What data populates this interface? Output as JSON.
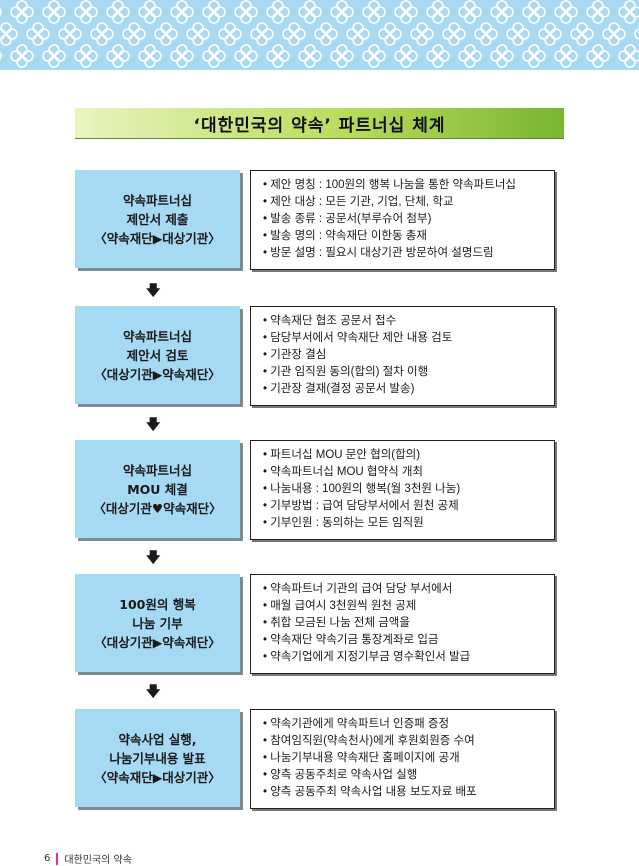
{
  "title": "‘대한민국의 약속’ 파트너십 체계",
  "steps": [
    {
      "box": [
        "약속파트너십",
        "제안서 제출",
        "〈약속재단▶대상기관〉"
      ],
      "details": [
        "• 제안 명칭 : 100원의 행복 나눔을 통한 약속파트너십",
        "• 제안 대상 : 모든 기관, 기업, 단체, 학교",
        "• 발송 종류 : 공문서(부루슈어 첨부)",
        "• 발송 명의 : 약속재단 이한동 총재",
        "• 방문 설명 : 필요시 대상기관 방문하여 설명드림"
      ]
    },
    {
      "box": [
        "약속파트너십",
        "제안서 검토",
        "〈대상기관▶약속재단〉"
      ],
      "details": [
        "• 약속재단 협조 공문서 접수",
        "• 담당부서에서 약속재단 제안 내용 검토",
        "• 기관장 결심",
        "• 기관 임직원 동의(합의) 절차 이행",
        "• 기관장 결재(결정 공문서 발송)"
      ]
    },
    {
      "box": [
        "약속파트너십",
        "MOU 체결",
        "〈대상기관♥약속재단〉"
      ],
      "details": [
        "• 파트너십 MOU 문안 협의(합의)",
        "• 약속파트너십 MOU 협약식 개최",
        "• 나눔내용 : 100원의 행복(월 3천원 나눔)",
        "• 기부방법 : 급여 담당부서에서 원천 공제",
        "• 기부인원 : 동의하는 모든 임직원"
      ]
    },
    {
      "box": [
        "100원의 행복",
        "나눔 기부",
        "〈대상기관▶약속재단〉"
      ],
      "details": [
        "• 약속파트너 기관의 급여 담당 부서에서",
        "• 매월 급여시 3천원씩 원천 공제",
        "• 취합 모금된 나눔 전체 금액을",
        "• 약속재단 약속기금 통장계좌로 입금",
        "• 약속기업에게 지정기부금 영수확인서 발급"
      ]
    },
    {
      "box": [
        "약속사업 실행,",
        "나눔기부내용 발표",
        "〈약속재단▶대상기관〉"
      ],
      "details": [
        "• 약속기관에게 약속파트너 인증패 증정",
        "• 참여임직원(약속천사)에게 후원회원증 수여",
        "• 나눔기부내용 약속재단 홈페이지에 공개",
        "• 양측 공동주최로 약속사업 실행",
        "• 양측 공동주최 약속사업 내용 보도자료 배포"
      ]
    }
  ],
  "arrow_glyph": "🡇",
  "footer": {
    "page_number": "6",
    "text": "대한민국의 약속"
  }
}
